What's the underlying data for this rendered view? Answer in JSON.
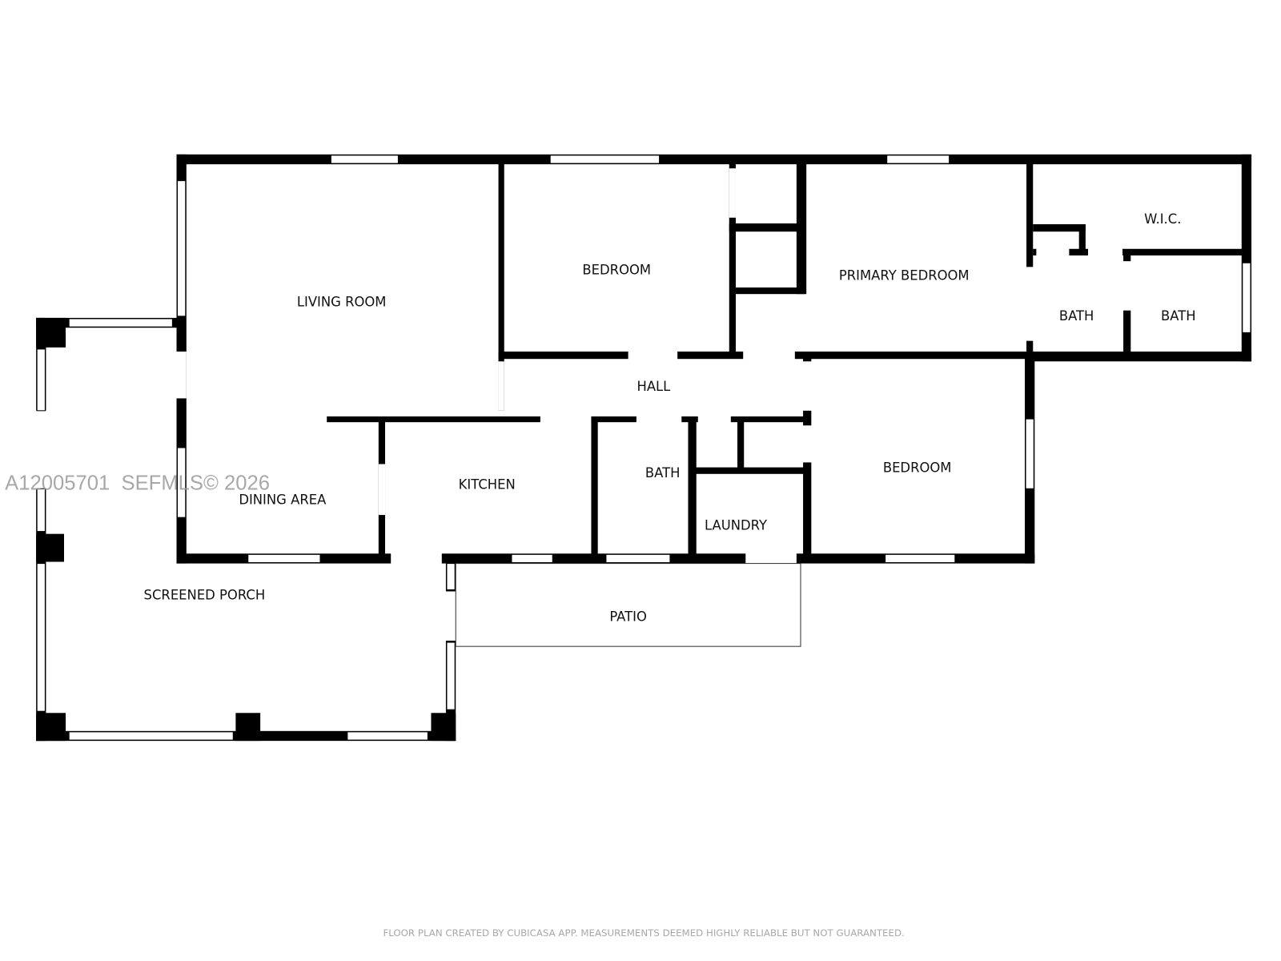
{
  "rooms": {
    "living_room": "LIVING ROOM",
    "bedroom_1": "BEDROOM",
    "primary_bedroom": "PRIMARY BEDROOM",
    "wic": "W.I.C.",
    "bath_1": "BATH",
    "bath_2": "BATH",
    "hall": "HALL",
    "kitchen": "KITCHEN",
    "bath_3": "BATH",
    "laundry": "LAUNDRY",
    "bedroom_2": "BEDROOM",
    "dining_area": "DINING AREA",
    "screened_porch": "SCREENED PORCH",
    "patio": "PATIO"
  },
  "watermark": "A12005701  SEFMLS© 2026",
  "footer": "FLOOR PLAN CREATED BY CUBICASA APP. MEASUREMENTS DEEMED HIGHLY RELIABLE BUT NOT GUARANTEED."
}
